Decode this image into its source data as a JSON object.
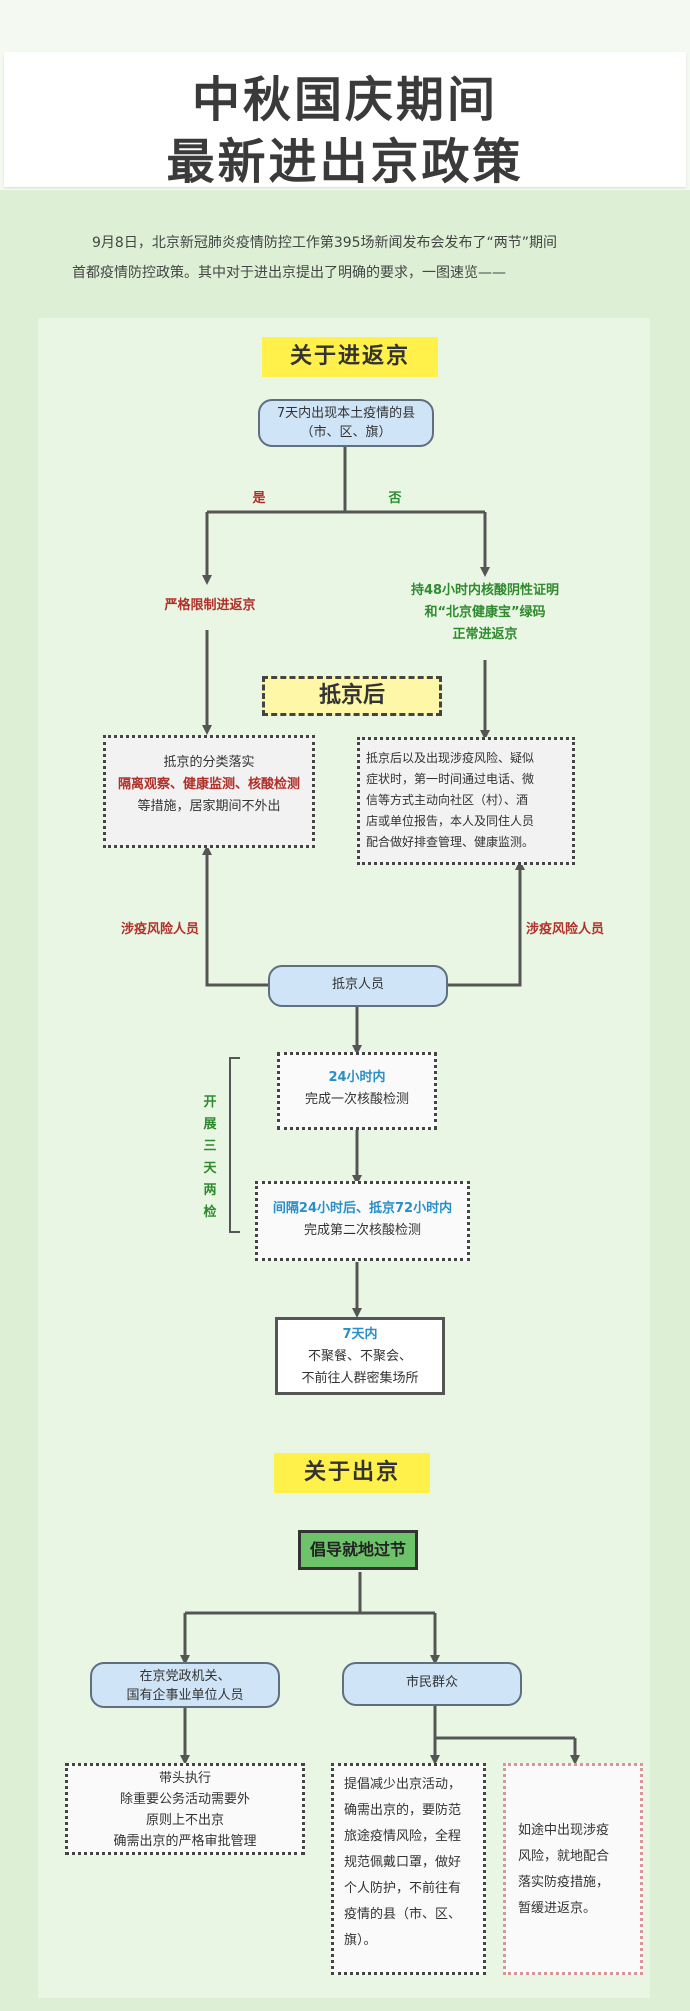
{
  "title": {
    "line1": "中秋国庆期间",
    "line2": "最新进出京政策"
  },
  "intro": {
    "line1": "9月8日，北京新冠肺炎疫情防控工作第395场新闻发布会发布了“两节”期间",
    "line2": "首都疫情防控政策。其中对于进出京提出了明确的要求，一图速览——"
  },
  "entering": {
    "banner": "关于进返京",
    "start": {
      "line1": "7天内出现本土疫情的县",
      "line2": "（市、区、旗）"
    },
    "yes_label": "是",
    "no_label": "否",
    "yes_result": "严格限制进返京",
    "no_result": {
      "line1": "持48小时内核酸阴性证明",
      "line2": "和“北京健康宝”绿码",
      "line3": "正常进返京"
    },
    "after_arrival": "抵京后",
    "left_box": {
      "line1": "抵京的分类落实",
      "line2": "隔离观察、健康监测、核酸检测",
      "line3": "等措施，居家期间不外出"
    },
    "right_box": {
      "line1": "抵京后以及出现涉疫风险、疑似",
      "line2": "症状时，第一时间通过电话、微",
      "line3": "信等方式主动向社区（村）、酒",
      "line4": "店或单位报告，本人及同住人员",
      "line5": "配合做好排查管理、健康监测。"
    },
    "risk_left": "涉疫风险人员",
    "risk_right": "涉疫风险人员",
    "arrivals": "抵京人员",
    "side_label": [
      "开",
      "展",
      "三",
      "天",
      "两",
      "检"
    ],
    "test1": {
      "line1": "24小时内",
      "line2": "完成一次核酸检测"
    },
    "test2": {
      "line1": "间隔24小时后、抵京72小时内",
      "line2": "完成第二次核酸检测"
    },
    "seven_days": {
      "line1": "7天内",
      "line2": "不聚餐、不聚会、",
      "line3": "不前往人群密集场所"
    }
  },
  "leaving": {
    "banner": "关于出京",
    "advocate": "倡导就地过节",
    "party": {
      "line1": "在京党政机关、",
      "line2": "国有企事业单位人员"
    },
    "citizens": "市民群众",
    "party_box": {
      "line1": "带头执行",
      "line2": "除重要公务活动需要外",
      "line3": "原则上不出京",
      "line4": "确需出京的严格审批管理"
    },
    "citizen_box": {
      "line1": "提倡减少出京活动，",
      "line2": "确需出京的，要防范",
      "line3": "旅途疫情风险，全程",
      "line4": "规范佩戴口罩，做好",
      "line5": "个人防护，不前往有",
      "line6": "疫情的县（市、区、",
      "line7": "旗）。"
    },
    "red_box": {
      "line1": "如途中出现涉疫",
      "line2": "风险，就地配合",
      "line3": "落实防疫措施，",
      "line4": "暂缓进返京。"
    }
  },
  "colors": {
    "header_bg": "#f4faf1",
    "band_bg": "#ddf0d6",
    "card_bg": "#eaf6e4",
    "banner_yellow": "#fff04a",
    "pill_blue": "#cfe4f7",
    "green_box": "#6dc36a",
    "red_text": "#b0302a",
    "green_text": "#2e8b2e",
    "blue_text": "#2a8fc8"
  }
}
